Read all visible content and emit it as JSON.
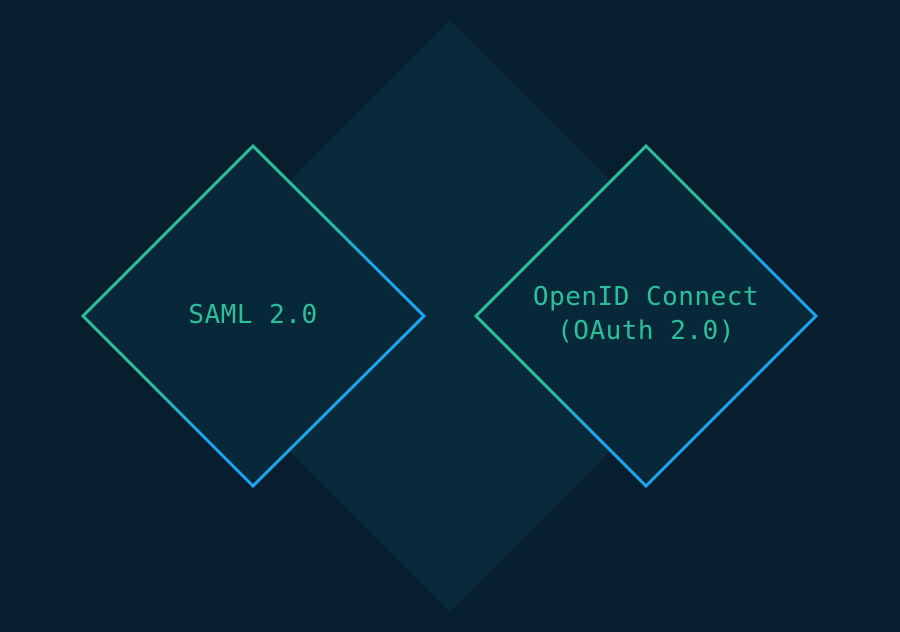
{
  "colors": {
    "background": "#061e2d",
    "center_diamond_fill": "#082a3b",
    "diamond_fill": "#072838",
    "stroke_start": "#2bbf9a",
    "stroke_end": "#1aa6f0",
    "label_text": "#2bbf9a"
  },
  "diagram": {
    "left_node": {
      "line1": "SAML 2.0"
    },
    "right_node": {
      "line1": "OpenID Connect",
      "line2": "(OAuth 2.0)"
    }
  }
}
